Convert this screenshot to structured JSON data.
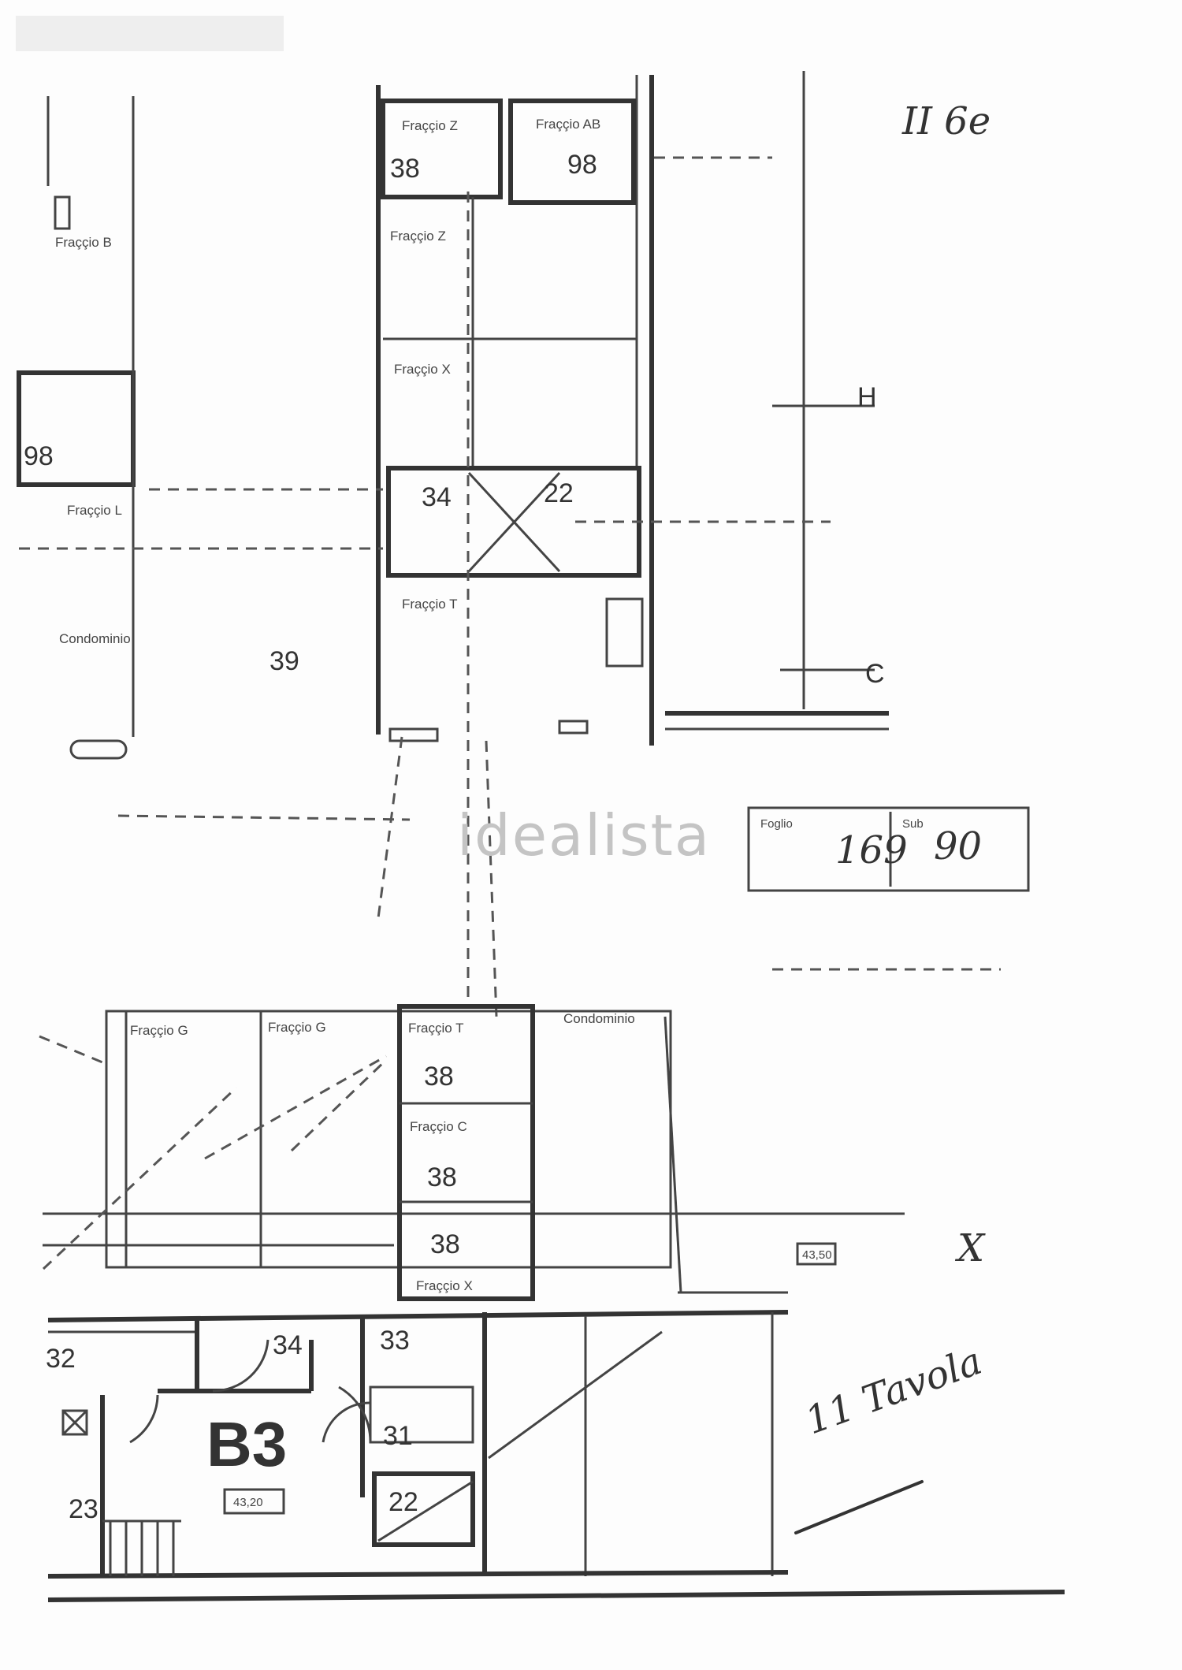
{
  "watermark": "idealista",
  "handwritten": {
    "top_right": "II 6e",
    "mark": "X",
    "note": "11 Tavola"
  },
  "cadastral_box": {
    "foglio_label": "Foglio",
    "foglio": "169",
    "sub_label": "Sub",
    "sub": "90"
  },
  "rooms_upper": [
    {
      "label": "Fraççio Z",
      "number": "38"
    },
    {
      "label": "Fraççio AB",
      "number": "98"
    },
    {
      "label": "Fraççio B"
    },
    {
      "label": "Fraççio Z"
    },
    {
      "label": "Fraççio X"
    },
    {
      "label": "Fraççio L",
      "number": "98"
    },
    {
      "number": "34"
    },
    {
      "number": "22"
    },
    {
      "label": "Fraççio T"
    },
    {
      "label": "Condominio",
      "number": "39"
    }
  ],
  "axis_marks": [
    "H",
    "C"
  ],
  "rooms_middle": [
    {
      "label": "Fraççio G"
    },
    {
      "label": "Fraççio G"
    },
    {
      "label": "Fraççio T",
      "number": "38"
    },
    {
      "label": "Condominio"
    },
    {
      "label": "Fraççio C",
      "number": "38"
    },
    {
      "label": "Fraççio X",
      "number": "38"
    },
    {
      "level": "43,50"
    }
  ],
  "rooms_lower": {
    "unit": "B3",
    "level": "43,20",
    "numbers": [
      "32",
      "34",
      "33",
      "31",
      "22",
      "23"
    ]
  }
}
